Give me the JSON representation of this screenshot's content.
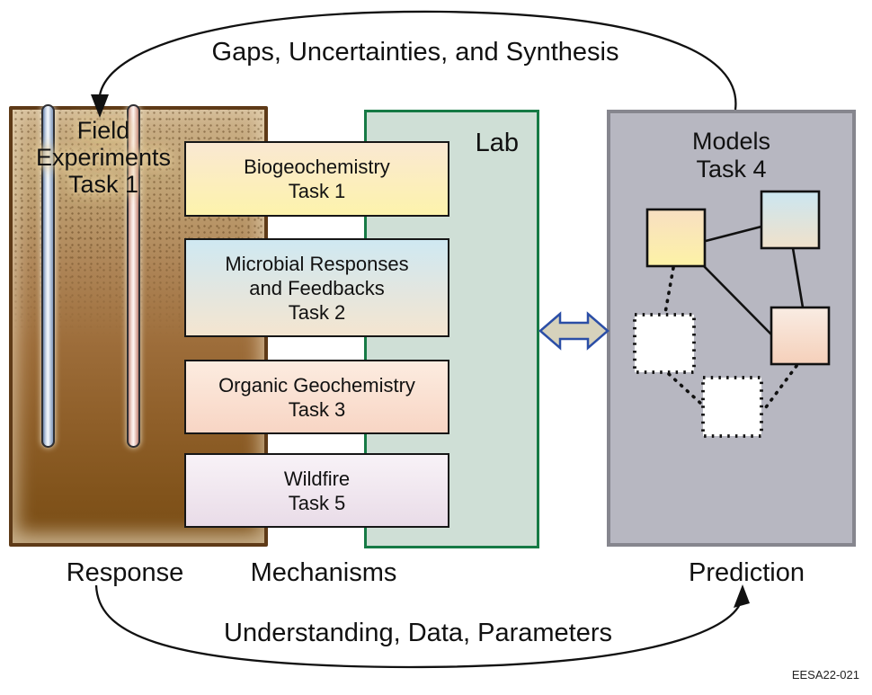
{
  "top_arrow": {
    "label": "Gaps, Uncertainties, and Synthesis"
  },
  "bottom_arrow": {
    "label": "Understanding, Data, Parameters"
  },
  "field_box": {
    "line1": "Field",
    "line2": "Experiments",
    "line3": "Task 1"
  },
  "lab_box": {
    "label": "Lab",
    "tasks": [
      {
        "line1": "Biogeochemistry",
        "line2": "Task 1"
      },
      {
        "line1": "Microbial Responses",
        "line2": "and Feedbacks",
        "line3": "Task 2"
      },
      {
        "line1": "Organic Geochemistry",
        "line2": "Task 3"
      },
      {
        "line1": "Wildfire",
        "line2": "Task 5"
      }
    ]
  },
  "models_box": {
    "line1": "Models",
    "line2": "Task 4"
  },
  "bottom_labels": {
    "response": "Response",
    "mechanisms": "Mechanisms",
    "prediction": "Prediction"
  },
  "figure_code": "EESA22-021",
  "colors": {
    "field_border_brown": "#5e3a17",
    "lab_border_green": "#167a45",
    "lab_fill": "#cfdfd6",
    "models_fill": "#b7b7c1",
    "models_border": "#86868e",
    "exchange_arrow_outline_blue": "#2b4ea6",
    "exchange_arrow_fill_tan": "#d6d2bc"
  }
}
